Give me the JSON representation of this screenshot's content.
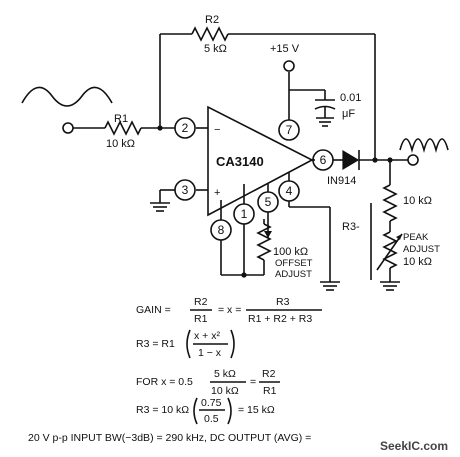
{
  "components": {
    "r1": {
      "name": "R1",
      "value": "10 kΩ"
    },
    "r2": {
      "name": "R2",
      "value": "5 kΩ"
    },
    "r3": {
      "name": "R3-",
      "value": "10 kΩ"
    },
    "pot_peak": {
      "line1": "PEAK",
      "line2": "ADJUST",
      "line3": "10 kΩ"
    },
    "pot_offset": {
      "line1": "100 kΩ",
      "line2": "OFFSET",
      "line3": "ADJUST"
    },
    "cap": {
      "value": "0.01",
      "unit": "μF"
    },
    "supply": "+15 V",
    "opamp": "CA3140",
    "diode": "IN914",
    "pins": {
      "p1": "1",
      "p2": "2",
      "p3": "3",
      "p4": "4",
      "p5": "5",
      "p6": "6",
      "p7": "7",
      "p8": "8"
    },
    "minus": "−",
    "plus": "+"
  },
  "equations": {
    "gain_a": "GAIN =",
    "gain_b_num": "R2",
    "gain_b_den": "R1",
    "gain_c": "= x =",
    "gain_d_num": "R3",
    "gain_d_den": "R1 + R2 + R3",
    "r3_lhs": "R3 = R1",
    "r3_num": "x + x²",
    "r3_den": "1 − x",
    "for_lhs": "FOR  x = 0.5",
    "for_num1": "5 kΩ",
    "for_den1": "10 kΩ",
    "for_eq": "=",
    "for_num2": "R2",
    "for_den2": "R1",
    "r3v_lhs": "R3 = 10 kΩ",
    "r3v_num": "0.75",
    "r3v_den": "0.5",
    "r3v_rhs": "= 15 kΩ",
    "footer": "20 V p-p INPUT   BW(−3dB) = 290 kHz, DC OUTPUT (AVG) ="
  },
  "watermark": "SeekIC.com"
}
